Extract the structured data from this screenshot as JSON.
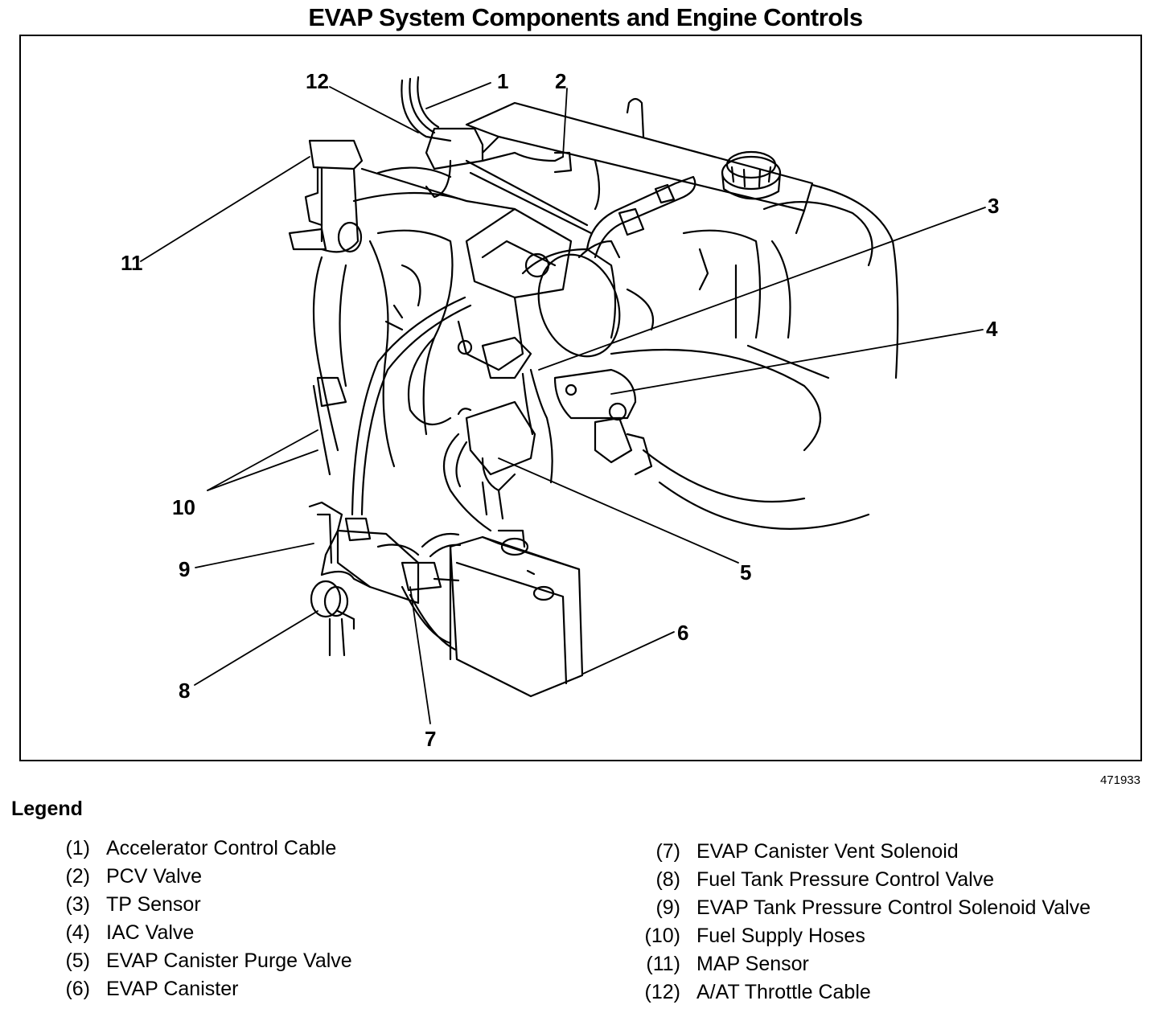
{
  "title": "EVAP System Components and Engine Controls",
  "figure_id": "471933",
  "legend_title": "Legend",
  "callouts": [
    "1",
    "2",
    "3",
    "4",
    "5",
    "6",
    "7",
    "8",
    "9",
    "10",
    "11",
    "12"
  ],
  "legend": [
    {
      "num": "(1)",
      "label": "Accelerator Control Cable"
    },
    {
      "num": "(2)",
      "label": "PCV Valve"
    },
    {
      "num": "(3)",
      "label": "TP Sensor"
    },
    {
      "num": "(4)",
      "label": "IAC Valve"
    },
    {
      "num": "(5)",
      "label": "EVAP Canister Purge Valve"
    },
    {
      "num": "(6)",
      "label": "EVAP Canister"
    },
    {
      "num": "(7)",
      "label": "EVAP Canister Vent Solenoid"
    },
    {
      "num": "(8)",
      "label": "Fuel Tank Pressure Control Valve"
    },
    {
      "num": "(9)",
      "label": "EVAP Tank Pressure Control Solenoid Valve"
    },
    {
      "num": "(10)",
      "label": "Fuel Supply Hoses"
    },
    {
      "num": "(11)",
      "label": "MAP Sensor"
    },
    {
      "num": "(12)",
      "label": "A/AT Throttle Cable"
    }
  ]
}
